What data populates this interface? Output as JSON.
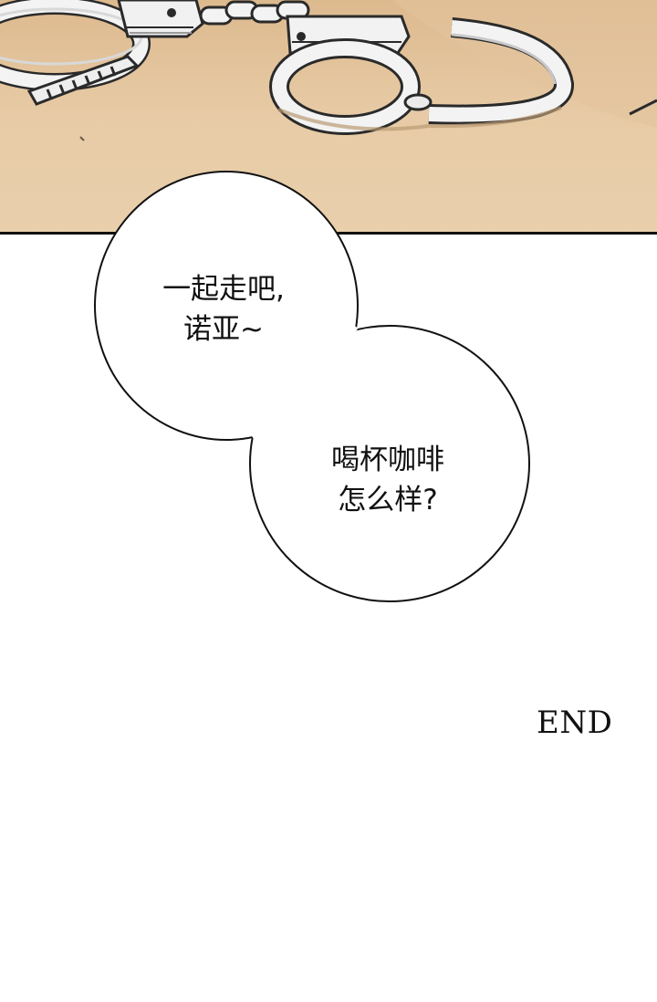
{
  "panel": {
    "image_icon": "handcuffs-on-table-illustration",
    "colors": {
      "table": "#e6c9a3",
      "table_shadow": "#d8b68c",
      "metal": "#f2f2f2",
      "outline": "#2a2a2a"
    }
  },
  "dialogue": {
    "bubble1": {
      "line1": "一起走吧,",
      "line2": "诺亚~"
    },
    "bubble2": {
      "line1": "喝杯咖啡",
      "line2": "怎么样?"
    }
  },
  "ending": {
    "label": "END"
  }
}
